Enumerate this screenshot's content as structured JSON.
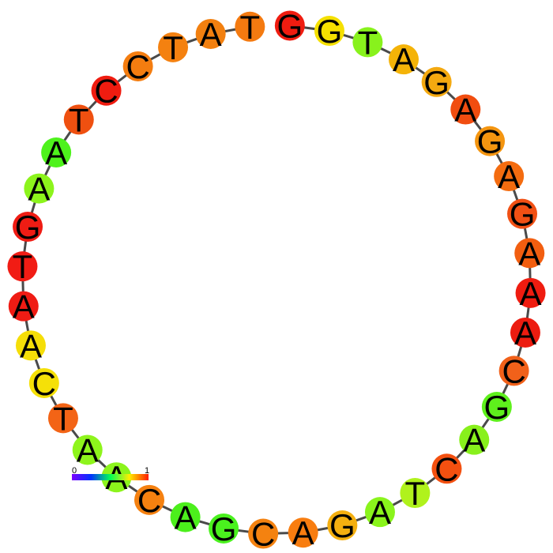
{
  "diagram": {
    "sequence": [
      "G",
      "G",
      "T",
      "A",
      "G",
      "A",
      "G",
      "A",
      "G",
      "A",
      "A",
      "A",
      "C",
      "G",
      "A",
      "C",
      "T",
      "A",
      "G",
      "A",
      "C",
      "G",
      "A",
      "C",
      "A",
      "A",
      "T",
      "C",
      "A",
      "A",
      "T",
      "G",
      "A",
      "A",
      "T",
      "C",
      "C",
      "T",
      "A",
      "T"
    ],
    "colors": [
      "#ef1c10",
      "#f5e000",
      "#88f21c",
      "#f4b308",
      "#f4a910",
      "#f14d10",
      "#f49510",
      "#f46c10",
      "#f15014",
      "#f25e10",
      "#ef1c10",
      "#ec1c10",
      "#f1611a",
      "#5ef01c",
      "#88f01c",
      "#f35010",
      "#b0f21c",
      "#8af41c",
      "#f4af10",
      "#f87d10",
      "#f48210",
      "#4af11e",
      "#4cef1c",
      "#f58110",
      "#8cf41c",
      "#8ef41c",
      "#f36416",
      "#f5e008",
      "#f5de08",
      "#ef1c14",
      "#f11c14",
      "#ef1c14",
      "#8cf41c",
      "#4ef21c",
      "#ef5010",
      "#ef1c10",
      "#f47d10",
      "#f48110",
      "#f28010",
      "#f47a10"
    ]
  },
  "legend": {
    "min_label": "0",
    "max_label": "1",
    "gradient": [
      "#7a00ff",
      "#0033ff",
      "#00ff55",
      "#ffee00",
      "#ff1a00"
    ]
  }
}
